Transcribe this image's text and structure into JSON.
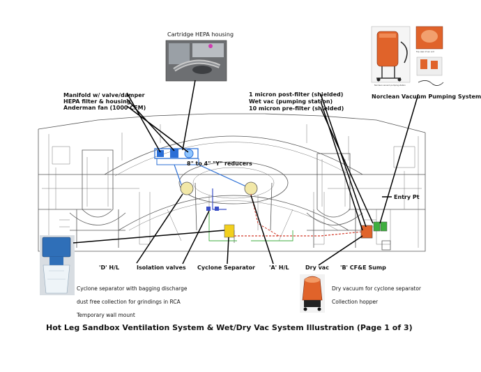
{
  "labels": {
    "cartridge_hepa": "Cartridge HEPA housing",
    "manifold": "Manifold w/ valve/damper",
    "hepa_filter": "HEPA filter & housing",
    "fan": "Anderman fan (1000 CFM)",
    "reducers": "8\" to 4\" \"Y\" reducers",
    "post_filter": "1 micron post-filter (shielded)",
    "wet_vac": "Wet vac (pumping station)",
    "pre_filter": "10 micron pre-filter (shielded)",
    "norclean": "Norclean Vacuum Pumping System",
    "entry_pt": "Entry Pt",
    "d_hl": "'D' H/L",
    "isolation_valves": "Isolation valves",
    "cyclone_separator": "Cyclone Separator",
    "a_hl": "'A' H/L",
    "dry_vac": "Dry vac",
    "b_cfe_sump": "'B' CF&E Sump"
  },
  "captions": {
    "cyclone_1": "Cyclone separator with bagging discharge",
    "cyclone_2": "dust free collection for grindings in RCA",
    "cyclone_3": "Temporary wall mount",
    "dry_vac_1": "Dry vacuum for cyclone separator",
    "dry_vac_2": "Collection hopper"
  },
  "title": "Hot Leg Sandbox Ventilation System & Wet/Dry Vac System Illustration (Page 1 of 3)",
  "colors": {
    "duct_blue": "#2b6fd6",
    "hose_red": "#d23a2a",
    "vac_orange": "#e0632a",
    "cyclone_yellow": "#f2cf1d",
    "line_green": "#3fae3f",
    "valve_blue": "#3a4fc7"
  },
  "icons": {
    "cartridge_photo": "hepa-housing-photo",
    "norclean_photo": "vacuum-pump-photo",
    "cyclone_photo": "cyclone-separator-photo",
    "dry_vac_photo": "dry-vacuum-photo"
  }
}
